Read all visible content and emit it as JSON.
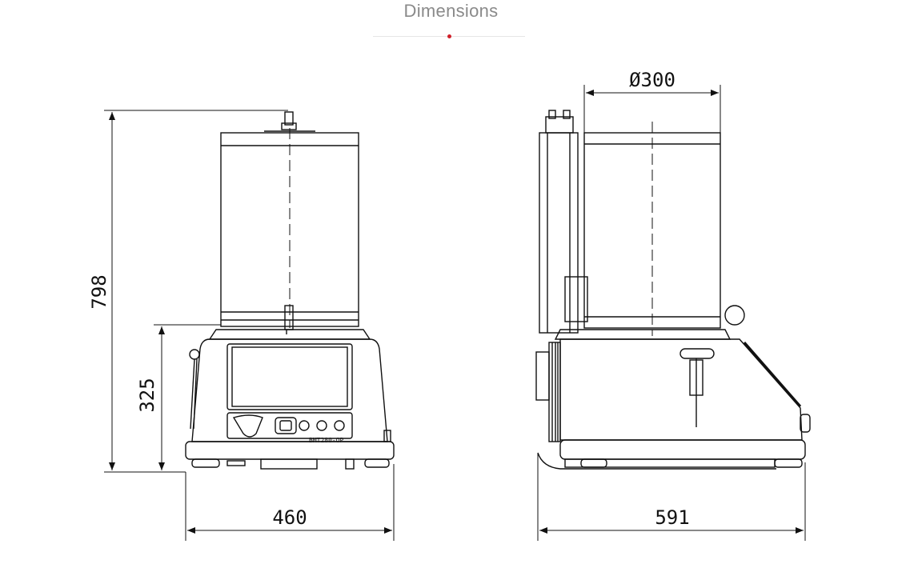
{
  "page": {
    "title": "Dimensions",
    "accent_color": "#d0202a"
  },
  "drawing": {
    "front_view": {
      "total_height": "798",
      "base_height": "325",
      "width": "460"
    },
    "side_view": {
      "chamber_diameter": "Ø300",
      "depth": "591"
    },
    "panel_label": "BMT280-OP"
  }
}
